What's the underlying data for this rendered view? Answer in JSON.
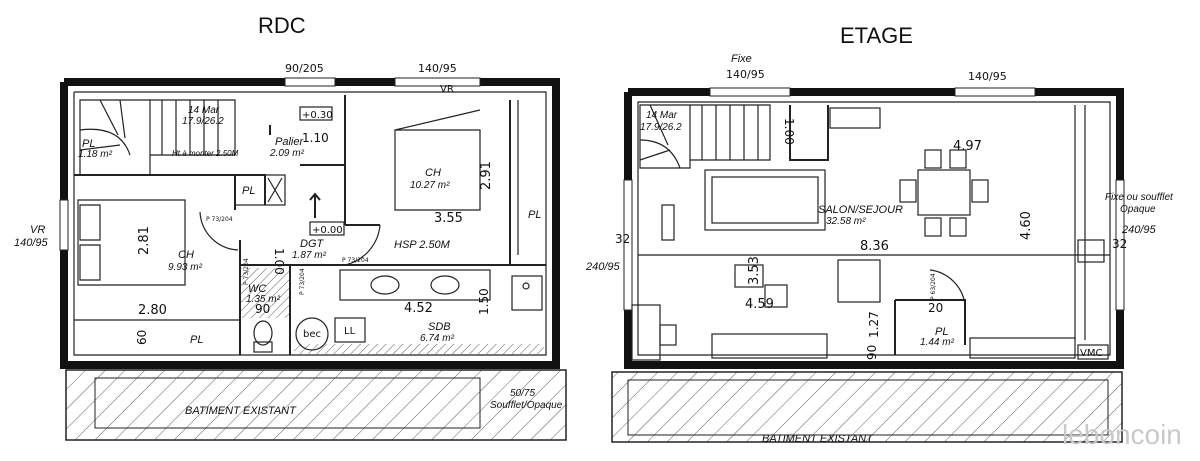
{
  "watermark": "leboncoin",
  "rdc": {
    "title": "RDC",
    "window_top_left": "90/205",
    "window_top_right": "140/95",
    "vr_top": "VR",
    "vr_left": "VR",
    "window_left": "140/95",
    "stair": "14 Mar",
    "stair_dims": "17.9/26.2",
    "pl_stair": "PL",
    "pl_stair_area": "1.18 m²",
    "ht_monter": "Ht à monter 2.50M",
    "palier": "Palier",
    "palier_area": "2.09 m²",
    "level_030": "+0.30",
    "dim_110": "1.10",
    "ch1": "CH",
    "ch1_area": "10.27 m²",
    "dim_291": "2.91",
    "dim_355": "3.55",
    "pl_ch1": "PL",
    "pl_ch2": "PL",
    "ch2": "CH",
    "ch2_area": "9.93 m²",
    "dim_281": "2.81",
    "door_p73_1": "P 73/204",
    "dim_100": "1.00",
    "level_000": "+0.00",
    "dgt": "DGT",
    "dgt_area": "1.87 m²",
    "hsp": "HSP 2.50M",
    "door_p73_2": "P 73/204",
    "door_p73_3": "P 73/204",
    "door_p73_4": "P 73/204",
    "wc": "WC",
    "wc_area": "1.35 m²",
    "dim_90": "90",
    "dim_452": "4.52",
    "dim_150": "1.50",
    "sdb": "SDB",
    "sdb_area": "6.74 m²",
    "bec": "bec",
    "ll": "LL",
    "dim_280": "2.80",
    "dim_60": "60",
    "pl_bottom": "PL",
    "bati": "BATIMENT EXISTANT",
    "soufflet_dim": "50/75",
    "soufflet": "Soufflet/Opaque"
  },
  "etage": {
    "title": "ETAGE",
    "fixe": "Fixe",
    "window_top_left": "140/95",
    "window_top_right": "140/95",
    "stair": "14 Mar",
    "stair_dims": "17.9/26.2",
    "dim_100": "1.00",
    "dim_497": "4.97",
    "salon": "SALON/SEJOUR",
    "salon_area": "32.58 m²",
    "dim_460": "4.60",
    "dim_836": "8.36",
    "dim_32_left": "32",
    "dim_32_right": "32",
    "window_left": "240/95",
    "window_right": "240/95",
    "fixe_right": "Fixe ou soufflet",
    "opaque_right": "Opaque",
    "dim_353": "3.53",
    "dim_459": "4.59",
    "door_p63": "P 63/204",
    "dim_20": "20",
    "pl": "PL",
    "pl_area": "1.44 m²",
    "dim_127": "1.27",
    "dim_90": "90",
    "vmc": "VMC",
    "bati": "BATIMENT EXISTANT"
  }
}
